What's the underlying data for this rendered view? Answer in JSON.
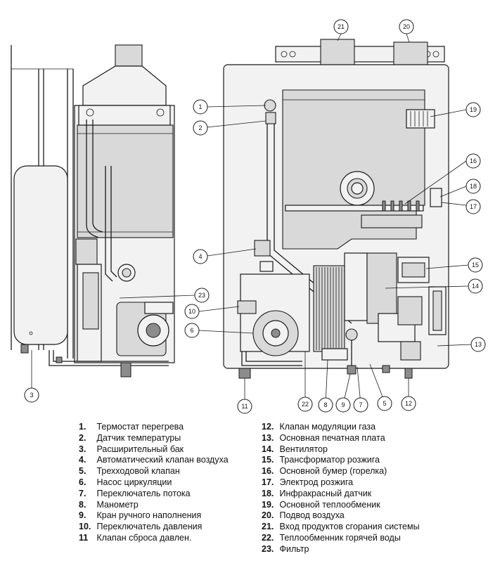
{
  "callouts": [
    {
      "n": "1"
    },
    {
      "n": "2"
    },
    {
      "n": "3"
    },
    {
      "n": "4"
    },
    {
      "n": "5"
    },
    {
      "n": "6"
    },
    {
      "n": "7"
    },
    {
      "n": "8"
    },
    {
      "n": "9"
    },
    {
      "n": "10"
    },
    {
      "n": "11"
    },
    {
      "n": "12"
    },
    {
      "n": "13"
    },
    {
      "n": "14"
    },
    {
      "n": "15"
    },
    {
      "n": "16"
    },
    {
      "n": "17"
    },
    {
      "n": "18"
    },
    {
      "n": "19"
    },
    {
      "n": "20"
    },
    {
      "n": "21"
    },
    {
      "n": "22"
    },
    {
      "n": "23"
    }
  ],
  "legend_left": [
    {
      "num": "1.",
      "text": "Термостат перегрева"
    },
    {
      "num": "2.",
      "text": "Датчик температуры"
    },
    {
      "num": "3.",
      "text": "Расширительный бак"
    },
    {
      "num": "4.",
      "text": "Автоматический клапан воздуха"
    },
    {
      "num": "5.",
      "text": "Трехходовой клапан"
    },
    {
      "num": "6.",
      "text": "Насос циркуляции"
    },
    {
      "num": "7.",
      "text": "Переключатель потока"
    },
    {
      "num": "8.",
      "text": "Манометр"
    },
    {
      "num": "9.",
      "text": "Кран ручного наполнения"
    },
    {
      "num": "10.",
      "text": "Переключатель давления"
    },
    {
      "num": "11",
      "text": "Клапан сброса давлен."
    }
  ],
  "legend_right": [
    {
      "num": "12.",
      "text": "Клапан модуляции газа"
    },
    {
      "num": "13.",
      "text": "Основная печатная плата"
    },
    {
      "num": "14.",
      "text": "Вентилятор"
    },
    {
      "num": "15.",
      "text": "Трансформатор розжига"
    },
    {
      "num": "16.",
      "text": "Основной бумер (горелка)"
    },
    {
      "num": "17.",
      "text": "Электрод розжига"
    },
    {
      "num": "18.",
      "text": "Инфракрасный датчик"
    },
    {
      "num": "19.",
      "text": "Основной теплообменик"
    },
    {
      "num": "20.",
      "text": "Подвод воздуха"
    },
    {
      "num": "21.",
      "text": "Вход продуктов сгорания системы"
    },
    {
      "num": "22.",
      "text": "Теплообменник горячей воды"
    },
    {
      "num": "23.",
      "text": "Фильтр"
    }
  ]
}
